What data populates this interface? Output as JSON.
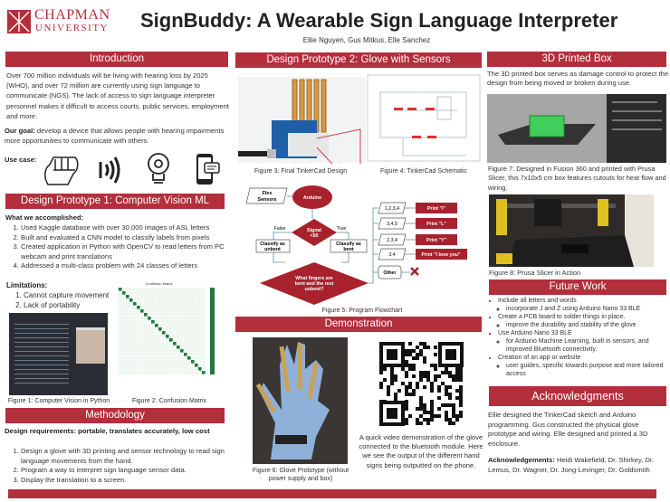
{
  "header": {
    "logo_top": "CHAPMAN",
    "logo_bottom": "UNIVERSITY",
    "title": "SignBuddy: A Wearable Sign Language Interpreter",
    "authors": "Ellie Nguyen, Gus Mitkus, Elle Sanchez"
  },
  "colors": {
    "accent": "#b32f3c",
    "matrix": "#1e7a3f",
    "box_green": "#3fcf5a"
  },
  "intro": {
    "heading": "Introduction",
    "body": "Over 700 million individuals will be living with hearing loss by 2025 (WHO), and over 72 million are currently using sign language to communicate (NGS). The lack of access to sign language interpreter personnel makes it difficult to access courts, public services, employment and more.",
    "goal_label": "Our goal:",
    "goal": " develop a device that allows people with hearing impairments more opportunities to communicate with others.",
    "use_case": "Use case:",
    "icons": [
      "fist-sign-icon",
      "signal-waves-icon",
      "lightbulb-gear-icon",
      "phone-message-icon"
    ]
  },
  "dp1": {
    "heading": "Design Prototype 1: Computer Vision ML",
    "accomplished_label": "What we accomplished:",
    "items": [
      "Used Kaggle database with over 30,000 images of ASL letters",
      "Built and evaluated a CNN model to classify labels from pixels",
      "Created application in Python with OpenCV to read letters from PC webcam and print translations",
      "Addressed a multi-class problem with 24 classes of letters"
    ],
    "limitations_label": "Limitations:",
    "limitations": [
      "Cannot capture movement",
      "Lack of portability"
    ],
    "fig1": "Figure 1: Computer Vision in Python",
    "fig2": "Figure 2: Confusion Matrix",
    "matrix_title": "Confusion Matrix"
  },
  "method": {
    "heading": "Methodology",
    "req": "Design requirements: portable, translates accurately, low cost",
    "items": [
      "Design a glove with 3D printing and sensor technology to read sign language movements from the hand.",
      "Program a way to interpret sign language sensor data.",
      "Display the translation to a screen."
    ]
  },
  "dp2": {
    "heading": "Design Prototype 2: Glove with Sensors",
    "fig3": "Figure 3: Final TinkerCad Design",
    "fig4": "Figure 4: TinkerCad Schematic",
    "fig5": "Figure 5: Program Flowchart",
    "flow": {
      "input": [
        "Flex",
        "Sensors"
      ],
      "arduino": "Arduino",
      "signal": [
        "Signal",
        "<50"
      ],
      "false": "False",
      "true": "True",
      "unbent": [
        "Classify as",
        "unbent"
      ],
      "bent": [
        "Classify as",
        "bent"
      ],
      "question": [
        "What fingers are",
        "bent and the rest",
        "unbent?"
      ],
      "cases": [
        {
          "fingers": "1,2,3,4",
          "output": "Print \"I\""
        },
        {
          "fingers": "3,4,5",
          "output": "Print \"L\""
        },
        {
          "fingers": "2,3,4",
          "output": "Print \"Y\""
        },
        {
          "fingers": "3,4",
          "output": "Print \"I love you\""
        }
      ],
      "other": "Other"
    }
  },
  "demo": {
    "heading": "Demonstration",
    "fig6": "Figure 6: Glove Prototype (without power supply and box)",
    "text": "A quick video demonstration of the glove connected to the bluetooth module. Here we see the output of the different hand signs being outputted on the phone."
  },
  "box": {
    "heading": "3D Printed Box",
    "text": "The 3D printed box serves as damage control to protect the design from being moved or broken during use.",
    "fig7": "Figure 7: Designed in Fusion 360 and printed with Prusa Slicer, this 7x10x5 cm box features cutouts for heat flow and wiring.",
    "fig8": "Figure 8: Prusa Slicer in Action"
  },
  "future": {
    "heading": "Future Work",
    "items": [
      {
        "t": "Include all letters and words",
        "s": "incorporate J and Z using Arduino Nano 33 BLE"
      },
      {
        "t": "Create a PCB board to solder things in place.",
        "s": "improve the durability and stability of the glove"
      },
      {
        "t": "Use Arduino Nano 33 BLE",
        "s": "for Arduino Machine Learning, built in sensors, and improved Bluetooth connectivity."
      },
      {
        "t": "Creation of an app or website",
        "s": "user guides, specific towards purpose and more tailored access"
      }
    ]
  },
  "ack": {
    "heading": "Acknowledgments",
    "text": "Ellie designed the TinkerCad sketch and Arduino programming. Gus constructed the physical glove prototype and wiring. Elle designed and printed a 3D enclosure.",
    "label": "Acknowledgements:",
    "names": " Heidi Wakefield, Dr. Shirkey, Dr. Lemus, Dr. Wagner, Dr. Jong-Levinger, Dr. Goldsmith"
  }
}
